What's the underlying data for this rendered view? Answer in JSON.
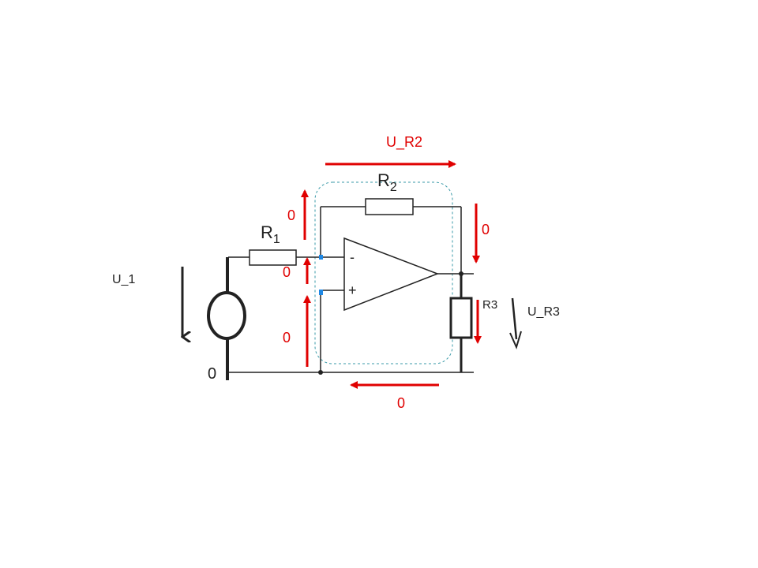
{
  "colors": {
    "wire": "#222222",
    "arrow_red": "#e00000",
    "boundary": "#3a9aa8",
    "node_blue": "#1e88e5"
  },
  "labels": {
    "r1": "R",
    "r1_sub": "1",
    "r2": "R",
    "r2_sub": "2",
    "r3": "R3",
    "u1": "U_1",
    "ur2": "U_R2",
    "ur3": "U_R3",
    "ground": "0",
    "minus": "-",
    "plus": "+",
    "v_in_top": "0",
    "v_out_top": "0",
    "v_between": "0",
    "v_plus": "0",
    "v_bottom": "0"
  }
}
